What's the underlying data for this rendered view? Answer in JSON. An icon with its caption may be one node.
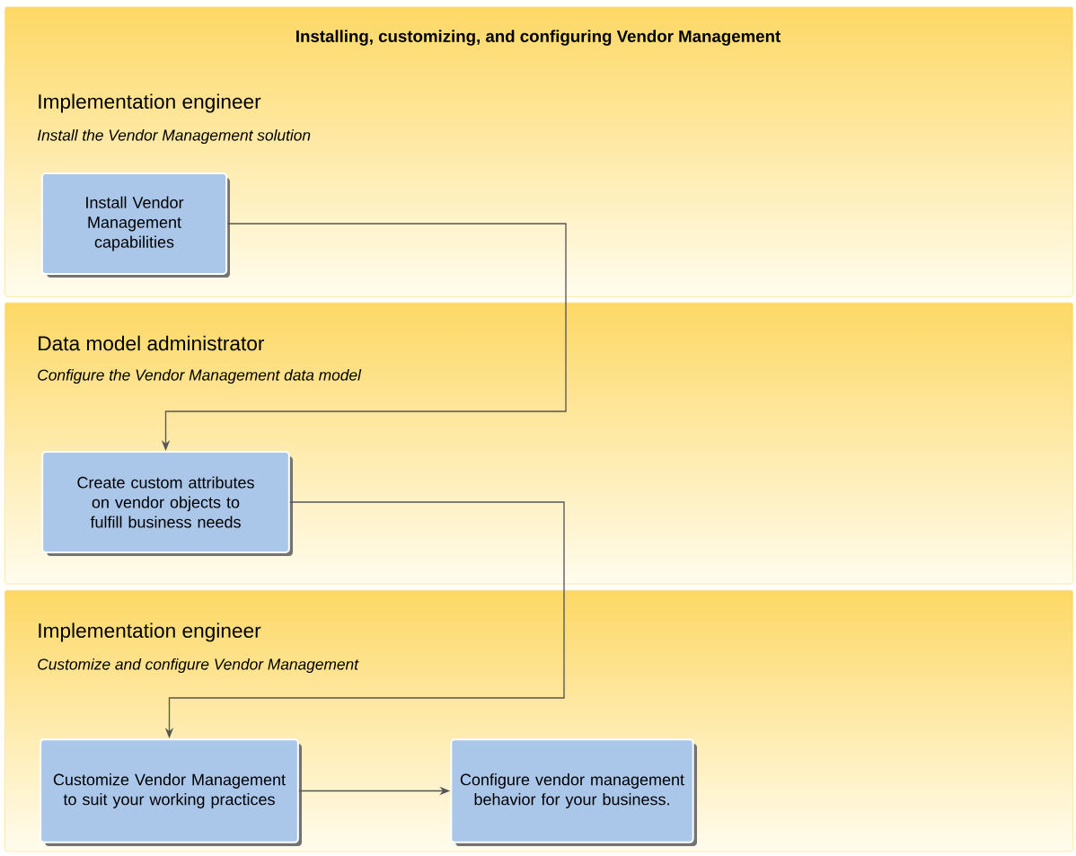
{
  "diagram": {
    "title": "Installing, customizing, and configuring Vendor Management",
    "nodes": [
      {
        "text": [
          "Implementation engineer",
          "Install the Vendor Management solution"
        ]
      },
      {
        "text": [
          "Install Vendor Management capabilities"
        ],
        "in": 0
      },
      {
        "text": [
          "Data model administrator",
          "Configure the Vendor Management data model"
        ]
      },
      {
        "text": [
          "Create custom attributes on vendor objects to fulfill business needs"
        ],
        "in": 2
      },
      {
        "text": [
          "Implementation engineer",
          "Customize and configure Vendor Management"
        ]
      },
      {
        "text": [
          "Customize Vendor Management to suit your working practices"
        ],
        "in": 4
      },
      {
        "text": [
          "Configure vendor management behavior for your business."
        ],
        "in": 4
      }
    ],
    "edges": [
      {
        "from": 1,
        "to": 3,
        "arrow": "to"
      },
      {
        "from": 3,
        "to": 5,
        "arrow": "to"
      },
      {
        "from": 5,
        "to": 6,
        "arrow": "to"
      }
    ]
  }
}
